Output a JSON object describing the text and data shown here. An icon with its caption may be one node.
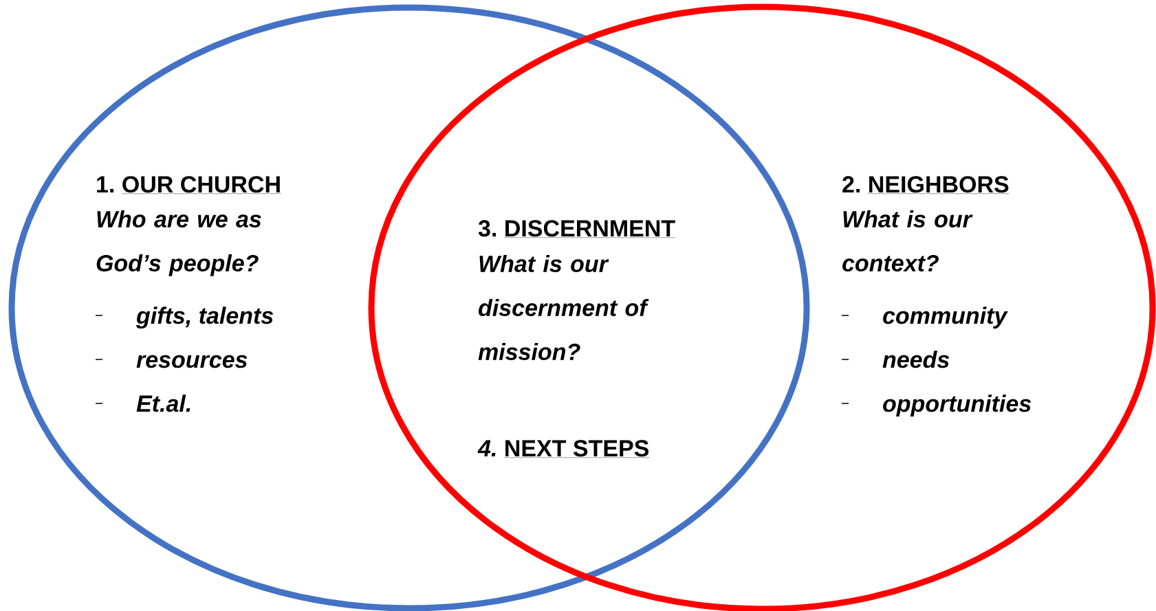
{
  "diagram": {
    "nodes": [
      {
        "text": [
          "1.",
          "OUR CHURCH",
          "Who are we as God’s people?",
          "gifts, talents",
          "resources",
          "Et.al."
        ]
      },
      {
        "text": [
          "2.",
          "NEIGHBORS",
          "What is our context?",
          "community",
          "needs",
          "opportunities"
        ]
      }
    ],
    "edges": [],
    "labels": [
      "3.",
      "DISCERNMENT",
      "What is our discernment of mission?",
      "4.",
      "NEXT STEPS"
    ]
  }
}
